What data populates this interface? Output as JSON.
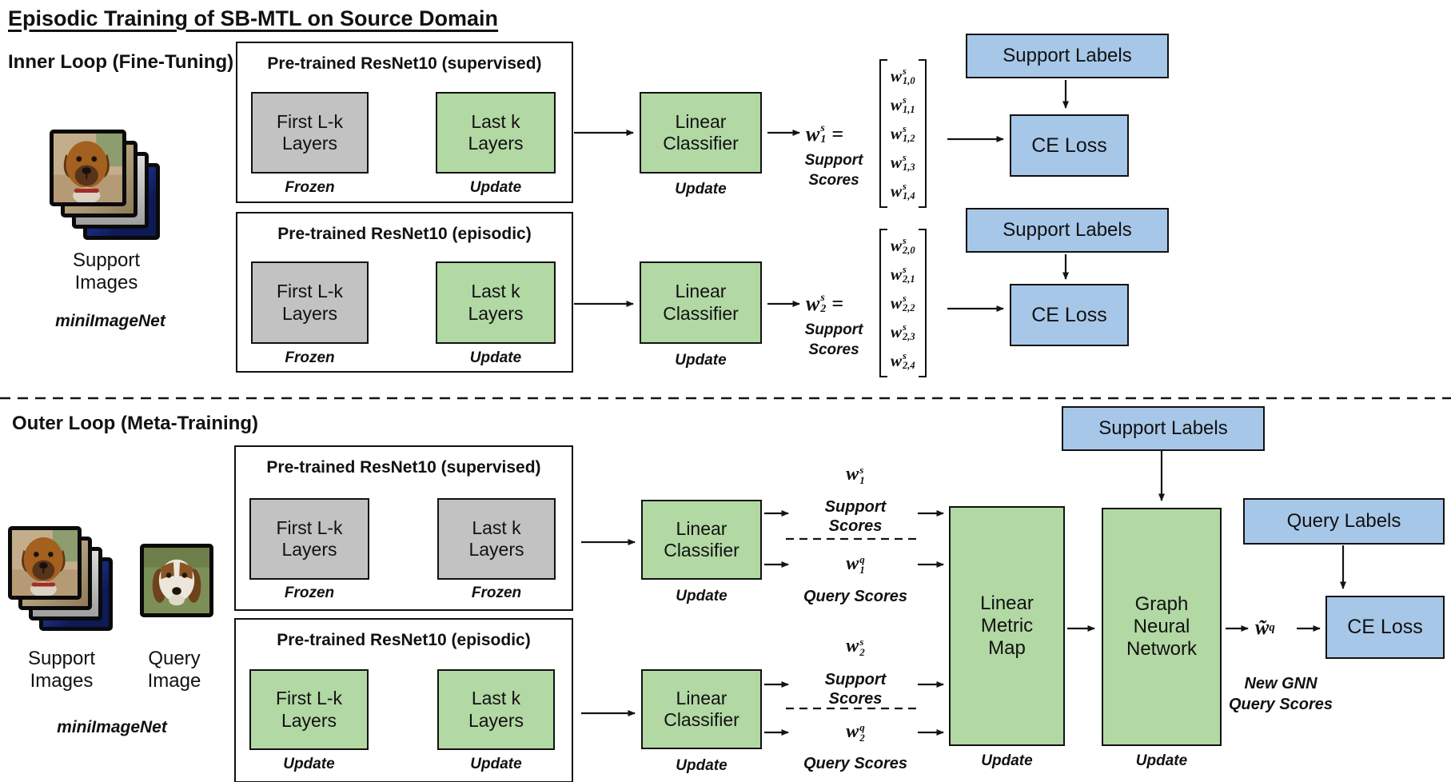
{
  "title": "Episodic Training of SB-MTL on Source Domain",
  "colors": {
    "green": "#b2d8a4",
    "gray": "#c2c2c2",
    "blue": "#a7c7e8"
  },
  "inner": {
    "section_label": "Inner Loop (Fine-Tuning)",
    "support_images_label": "Support Images",
    "dataset_label": "miniImageNet",
    "rows": [
      {
        "group_title": "Pre-trained ResNet10 (supervised)",
        "first_block": "First L-k Layers",
        "first_state": "Frozen",
        "last_block": "Last k Layers",
        "last_state": "Update",
        "classifier": "Linear Classifier",
        "classifier_state": "Update",
        "weight": {
          "base": "w",
          "sup": "s",
          "sub": "1",
          "equals": "="
        },
        "caption1": "Support",
        "caption2": "Scores",
        "vector": {
          "base": "w",
          "sup": "s",
          "subs": [
            "1,0",
            "1,1",
            "1,2",
            "1,3",
            "1,4"
          ]
        },
        "support_labels": "Support Labels",
        "ce_loss": "CE Loss"
      },
      {
        "group_title": "Pre-trained ResNet10 (episodic)",
        "first_block": "First L-k Layers",
        "first_state": "Frozen",
        "last_block": "Last k Layers",
        "last_state": "Update",
        "classifier": "Linear Classifier",
        "classifier_state": "Update",
        "weight": {
          "base": "w",
          "sup": "s",
          "sub": "2",
          "equals": "="
        },
        "caption1": "Support",
        "caption2": "Scores",
        "vector": {
          "base": "w",
          "sup": "s",
          "subs": [
            "2,0",
            "2,1",
            "2,2",
            "2,3",
            "2,4"
          ]
        },
        "support_labels": "Support Labels",
        "ce_loss": "CE Loss"
      }
    ]
  },
  "outer": {
    "section_label": "Outer Loop (Meta-Training)",
    "support_images_label": "Support Images",
    "query_image_label": "Query Image",
    "dataset_label": "miniImageNet",
    "groups": [
      {
        "group_title": "Pre-trained ResNet10 (supervised)",
        "first_block": "First L-k Layers",
        "first_state": "Frozen",
        "last_block": "Last k Layers",
        "last_state": "Frozen"
      },
      {
        "group_title": "Pre-trained ResNet10 (episodic)",
        "first_block": "First L-k Layers",
        "first_state": "Update",
        "last_block": "Last k Layers",
        "last_state": "Update"
      }
    ],
    "classifiers": [
      {
        "label": "Linear Classifier",
        "state": "Update",
        "support": {
          "base": "w",
          "sup": "s",
          "sub": "1",
          "caption": "Support Scores"
        },
        "query": {
          "base": "w",
          "sup": "q",
          "sub": "1",
          "caption": "Query Scores"
        }
      },
      {
        "label": "Linear Classifier",
        "state": "Update",
        "support": {
          "base": "w",
          "sup": "s",
          "sub": "2",
          "caption": "Support Scores"
        },
        "query": {
          "base": "w",
          "sup": "q",
          "sub": "2",
          "caption": "Query Scores"
        }
      }
    ],
    "metric_map": {
      "label": "Linear Metric Map",
      "state": "Update"
    },
    "gnn": {
      "label": "Graph Neural Network",
      "state": "Update"
    },
    "support_labels": "Support Labels",
    "query_labels": "Query Labels",
    "ce_loss": "CE Loss",
    "output": {
      "base": "w̃",
      "sup": "q",
      "caption1": "New GNN",
      "caption2": "Query Scores"
    }
  }
}
